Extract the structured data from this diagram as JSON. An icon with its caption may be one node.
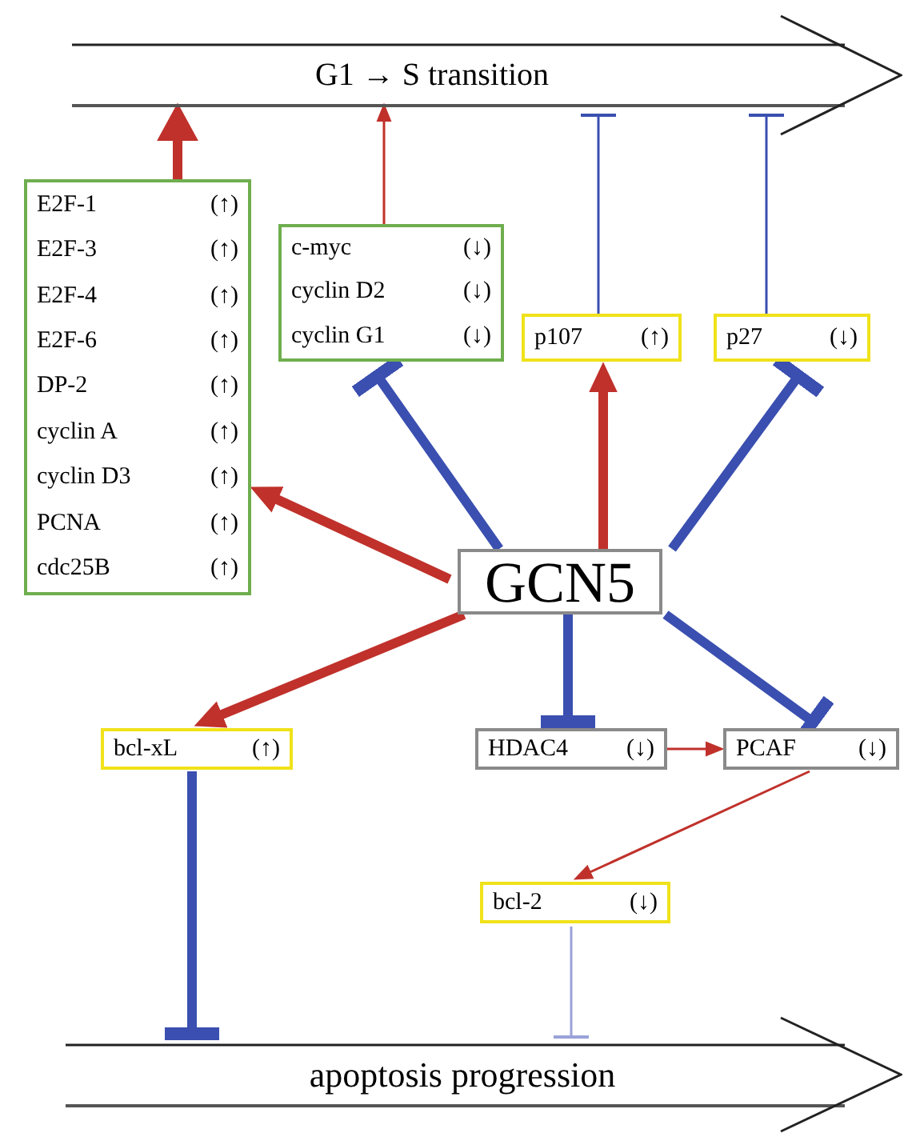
{
  "diagram": {
    "nodes": [
      {
        "text": [
          "G1 → S transition"
        ]
      },
      {
        "text": [
          "E2F-1",
          "(↑)",
          "E2F-3",
          "(↑)",
          "E2F-4",
          "(↑)",
          "E2F-6",
          "(↑)",
          "DP-2",
          "(↑)",
          "cyclin A",
          "(↑)",
          "cyclin D3",
          "(↑)",
          "PCNA",
          "(↑)",
          "cdc25B",
          "(↑)"
        ]
      },
      {
        "text": [
          "c-myc",
          "(↓)",
          "cyclin D2",
          "(↓)",
          "cyclin G1",
          "(↓)"
        ]
      },
      {
        "text": [
          "p107",
          "(↑)"
        ]
      },
      {
        "text": [
          "p27",
          "(↓)"
        ]
      },
      {
        "text": [
          "GCN5"
        ]
      },
      {
        "text": [
          "bcl-xL",
          "(↑)"
        ]
      },
      {
        "text": [
          "HDAC4",
          "(↓)"
        ]
      },
      {
        "text": [
          "PCAF",
          "(↓)"
        ]
      },
      {
        "text": [
          "bcl-2",
          "(↓)"
        ]
      },
      {
        "text": [
          "apoptosis progression"
        ]
      }
    ],
    "edges": [
      {
        "from": 1,
        "to": 0,
        "arrow": "to",
        "color": "#c0312b"
      },
      {
        "from": 2,
        "to": 0,
        "arrow": "to",
        "color": "#c0312b"
      },
      {
        "from": 3,
        "to": 0,
        "arrow": "other",
        "color": "#3a4fb0"
      },
      {
        "from": 4,
        "to": 0,
        "arrow": "other",
        "color": "#3a4fb0"
      },
      {
        "from": 5,
        "to": 1,
        "arrow": "to",
        "color": "#c0312b"
      },
      {
        "from": 5,
        "to": 2,
        "arrow": "other",
        "color": "#3a4fb0"
      },
      {
        "from": 5,
        "to": 3,
        "arrow": "to",
        "color": "#c0312b"
      },
      {
        "from": 5,
        "to": 4,
        "arrow": "other",
        "color": "#3a4fb0"
      },
      {
        "from": 5,
        "to": 6,
        "arrow": "to",
        "color": "#c0312b"
      },
      {
        "from": 5,
        "to": 7,
        "arrow": "other",
        "color": "#3a4fb0"
      },
      {
        "from": 5,
        "to": 8,
        "arrow": "other",
        "color": "#3a4fb0"
      },
      {
        "from": 7,
        "to": 8,
        "arrow": "to",
        "color": "#c0312b"
      },
      {
        "from": 8,
        "to": 9,
        "arrow": "to",
        "color": "#c0312b"
      },
      {
        "from": 6,
        "to": 10,
        "arrow": "other",
        "color": "#3a4fb0"
      },
      {
        "from": 9,
        "to": 10,
        "arrow": "other",
        "color": "#9aa3d8"
      }
    ]
  }
}
